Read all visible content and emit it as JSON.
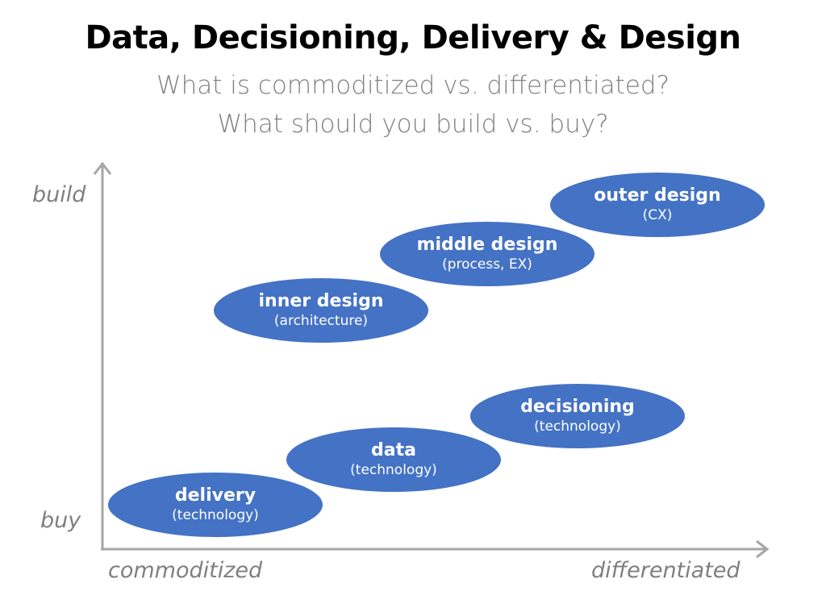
{
  "header": {
    "title": "Data, Decisioning, Delivery & Design",
    "subtitle_line1": "What is commoditized vs. differentiated?",
    "subtitle_line2": "What should you build vs. buy?"
  },
  "axes": {
    "y_top_label": "build",
    "y_bottom_label": "buy",
    "x_left_label": "commoditized",
    "x_right_label": "differentiated",
    "color": "#a6a6a6"
  },
  "colors": {
    "ellipse_fill": "#4472c4",
    "ellipse_text": "#ffffff",
    "title": "#000000",
    "subtitle": "#808080"
  },
  "items": [
    {
      "label": "outer design",
      "detail": "(CX)"
    },
    {
      "label": "middle design",
      "detail": "(process, EX)"
    },
    {
      "label": "inner design",
      "detail": "(architecture)"
    },
    {
      "label": "decisioning",
      "detail": "(technology)"
    },
    {
      "label": "data",
      "detail": "(technology)"
    },
    {
      "label": "delivery",
      "detail": "(technology)"
    }
  ]
}
